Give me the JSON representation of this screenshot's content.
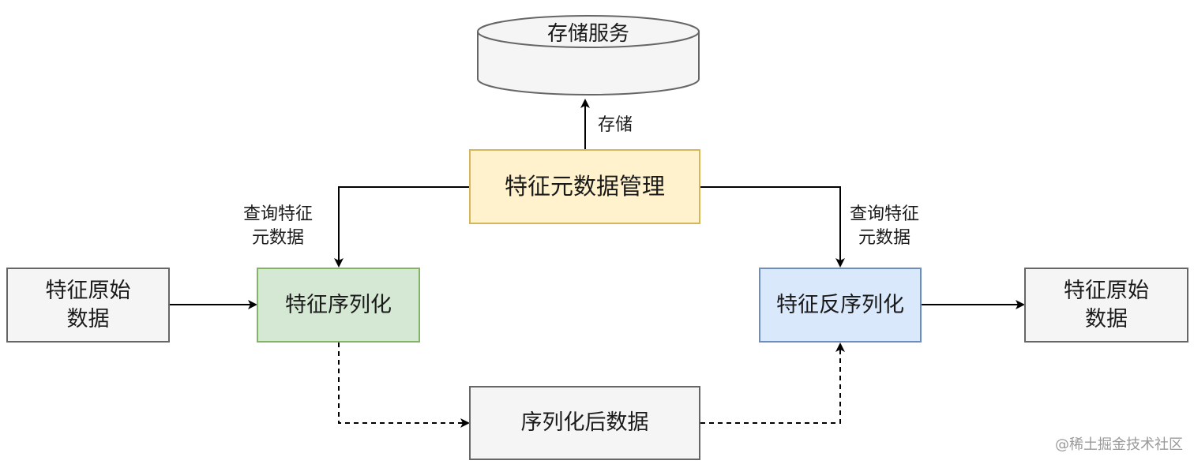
{
  "storage_service": {
    "label": "存储服务"
  },
  "metadata_manager": {
    "label": "特征元数据管理"
  },
  "raw_input": {
    "line1": "特征原始",
    "line2": "数据"
  },
  "serializer": {
    "label": "特征序列化"
  },
  "deserializer": {
    "label": "特征反序列化"
  },
  "raw_output": {
    "line1": "特征原始",
    "line2": "数据"
  },
  "serialized_data": {
    "label": "序列化后数据"
  },
  "edges": {
    "store_label": "存储",
    "query_left": {
      "line1": "查询特征",
      "line2": "元数据"
    },
    "query_right": {
      "line1": "查询特征",
      "line2": "元数据"
    }
  },
  "colors": {
    "metadata_fill": "#fff2cc",
    "metadata_stroke": "#d6b656",
    "serializer_fill": "#d5e8d4",
    "serializer_stroke": "#82b366",
    "deserializer_fill": "#dae8fc",
    "deserializer_stroke": "#6c8ebf",
    "neutral_fill": "#f5f5f5",
    "neutral_stroke": "#666666"
  },
  "watermark": "@稀土掘金技术社区"
}
